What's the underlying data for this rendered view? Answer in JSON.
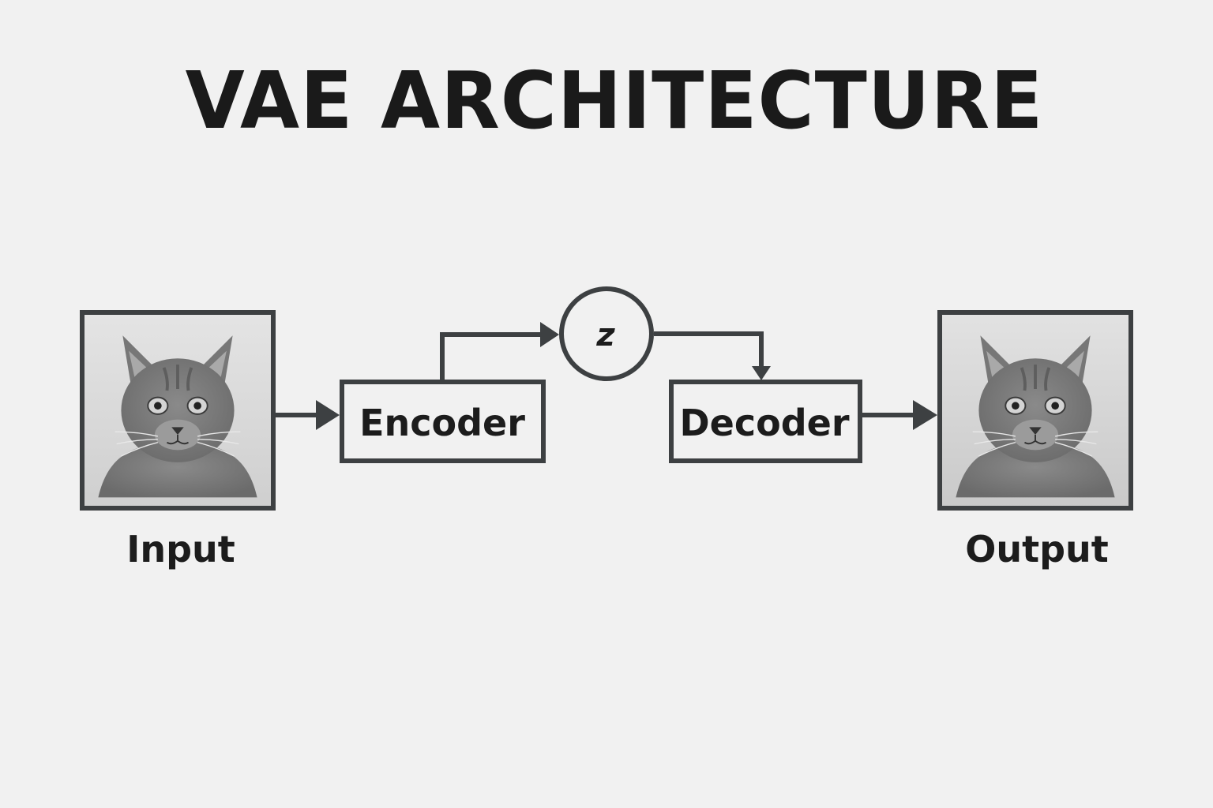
{
  "title": "VAE ARCHITECTURE",
  "nodes": {
    "input": {
      "label": "Input",
      "image": "gray-cat-photo"
    },
    "encoder": {
      "label": "Encoder"
    },
    "latent": {
      "label": "z"
    },
    "decoder": {
      "label": "Decoder"
    },
    "output": {
      "label": "Output",
      "image": "gray-cat-photo"
    }
  },
  "colors": {
    "background": "#f1f1f1",
    "stroke": "#3d4042",
    "text": "#1c1c1c"
  }
}
